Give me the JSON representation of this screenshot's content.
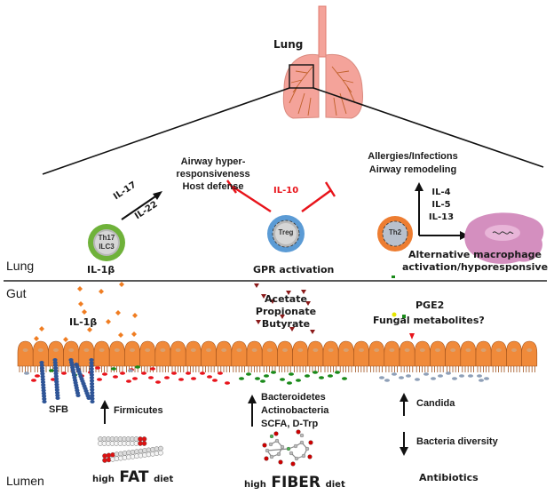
{
  "lung_organ": {
    "label": "Lung"
  },
  "regions": {
    "lung": "Lung",
    "gut": "Gut",
    "lumen": "Lumen"
  },
  "cells": {
    "th17": {
      "line1": "Th17",
      "line2": "ILC3",
      "ring_color": "#6fb23a"
    },
    "treg": {
      "label": "Treg",
      "ring_color": "#5b9bd5"
    },
    "th2": {
      "label": "Th2",
      "ring_color": "#ed7d31"
    }
  },
  "lung_effects": {
    "left_outcome": [
      "Airway hyper-",
      "responsiveness",
      "Host defense"
    ],
    "il17": "IL-17",
    "il22": "IL-22",
    "il10": "IL-10",
    "right_outcome": [
      "Allergies/Infections",
      "Airway remodeling"
    ],
    "th2_cytokines": [
      "IL-4",
      "IL-5",
      "IL-13"
    ],
    "macrophage": [
      "Alternative macrophage",
      "activation/hyporesponsive"
    ],
    "il1b_lung": "IL-1β",
    "gpr": "GPR activation"
  },
  "gut_labels": {
    "il1b_gut": "IL-1β",
    "scfa": [
      "Acetate",
      "Propionate",
      "Butyrate"
    ],
    "pge2": "PGE2",
    "fungal": "Fungal metabolites?"
  },
  "lumen_columns": {
    "fat": {
      "sfb": "SFB",
      "firmicutes": "Firmicutes",
      "diet_pre": "high",
      "diet_main": "FAT",
      "diet_post": "diet"
    },
    "fiber": {
      "bacteria": [
        "Bacteroidetes",
        "Actinobacteria",
        "SCFA, D-Trp"
      ],
      "diet_pre": "high",
      "diet_main": "FIBER",
      "diet_post": "diet"
    },
    "antibiotics": {
      "candida": "Candida",
      "diversity": "Bacteria diversity",
      "label": "Antibiotics"
    }
  },
  "colors": {
    "lung_fill": "#f4a39a",
    "lung_vessel": "#c0602a",
    "epithelium": "#f08a3a",
    "il1b_dot": "#f07d22",
    "scfa_marker": "#8b1a1a",
    "red_dot": "#e8141b",
    "green_dot": "#1a8a1a",
    "grey_dot": "#8fa0b8",
    "sfb": "#2f5597",
    "macrophage": "#d48fbf",
    "inhibit": "#e8141b"
  }
}
